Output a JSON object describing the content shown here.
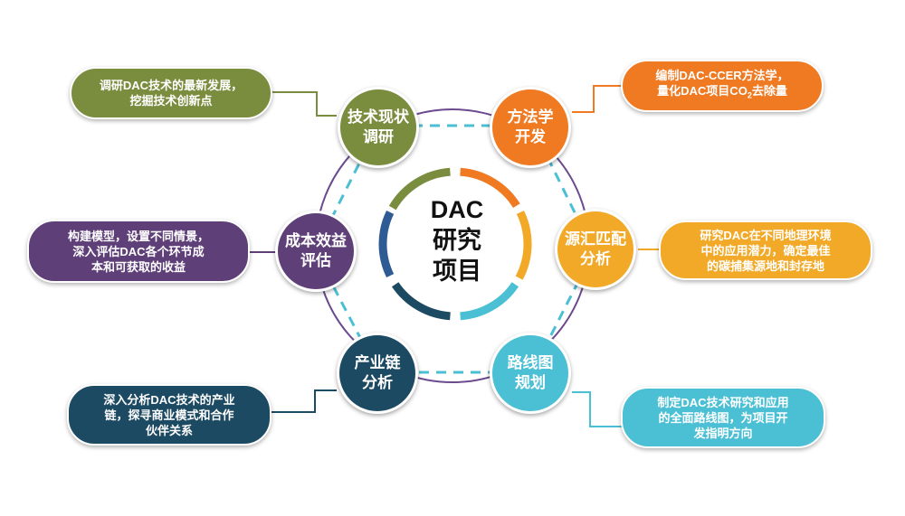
{
  "center": {
    "title": "DAC\n研究\n项目"
  },
  "colors": {
    "olive": "#7a8c3e",
    "orange": "#ef7a22",
    "yellow": "#f2a927",
    "teal": "#4bbfd3",
    "navy": "#1d4a63",
    "purple": "#5e3f78",
    "ring": "#6b4b8e",
    "dash": "#4bbfd3"
  },
  "nodes": [
    {
      "id": "tech-status",
      "label": "技术现状\n调研",
      "color": "#7a8c3e"
    },
    {
      "id": "methodology",
      "label": "方法学\n开发",
      "color": "#ef7a22"
    },
    {
      "id": "source-sink",
      "label": "源汇匹配\n分析",
      "color": "#f2a927"
    },
    {
      "id": "roadmap",
      "label": "路线图\n规划",
      "color": "#4bbfd3"
    },
    {
      "id": "industry-chain",
      "label": "产业链\n分析",
      "color": "#1d4a63"
    },
    {
      "id": "cost-benefit",
      "label": "成本效益\n评估",
      "color": "#5e3f78"
    }
  ],
  "boxes": {
    "tech_status": {
      "text": "调研DAC技术的最新发展，\n挖掘技术创新点"
    },
    "methodology": {
      "pre": "编制DAC-CCER方法学，\n量化DAC项目CO",
      "sub": "2",
      "post": "去除量"
    },
    "source_sink": {
      "text": "研究DAC在不同地理环境\n中的应用潜力，确定最佳\n的碳捕集源地和封存地"
    },
    "roadmap": {
      "text": "制定DAC技术研究和应用\n的全面路线图，为项目开\n发指明方向"
    },
    "industry_chain": {
      "text": "深入分析DAC技术的产业\n链，探寻商业模式和合作\n伙伴关系"
    },
    "cost_benefit": {
      "text": "构建模型，设置不同情景，\n深入评估DAC各个环节成\n本和可获取的收益"
    }
  }
}
